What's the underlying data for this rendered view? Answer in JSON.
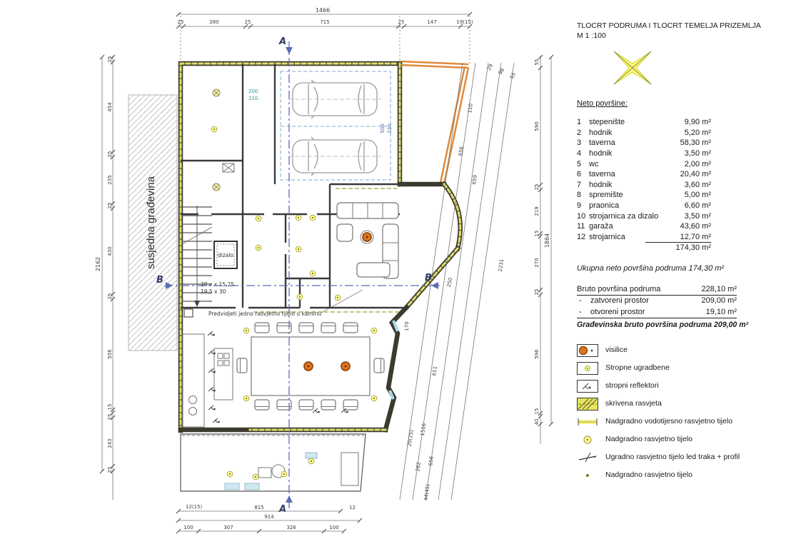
{
  "title_block": {
    "line1": "TLOCRT PODRUMA I TLOCRT TEMELJA PRIZEMLJA",
    "line2": "M 1 :100"
  },
  "neto": {
    "heading": "Neto površine:",
    "rows": [
      {
        "num": "1",
        "name": "stepenište",
        "area": "9,90 m²"
      },
      {
        "num": "2",
        "name": "hodnik",
        "area": "5,20 m²"
      },
      {
        "num": "3",
        "name": "taverna",
        "area": "58,30 m²"
      },
      {
        "num": "4",
        "name": "hodnik",
        "area": "3,50 m²"
      },
      {
        "num": "5",
        "name": "wc",
        "area": "2,00 m²"
      },
      {
        "num": "6",
        "name": "taverna",
        "area": "20,40 m²"
      },
      {
        "num": "7",
        "name": "hodnik",
        "area": "3,60 m²"
      },
      {
        "num": "8",
        "name": "spremište",
        "area": "5,00 m²"
      },
      {
        "num": "9",
        "name": "praonica",
        "area": "6,60 m²"
      },
      {
        "num": "10",
        "name": "strojarnica za dizalo",
        "area": "3,50 m²"
      },
      {
        "num": "11",
        "name": "garaža",
        "area": "43,60 m²"
      },
      {
        "num": "12",
        "name": "strojarnica",
        "area": "12,70 m²"
      }
    ],
    "total": "174,30 m²"
  },
  "summary": {
    "ukupna": "Ukupna neto površina  podruma  174,30 m²",
    "bruto_label": "Bruto površina podruma",
    "bruto_value": "228,10 m²",
    "dash": "-",
    "zatvoreni_label": "zatvoreni prostor",
    "zatvoreni_value": "209,00 m²",
    "otvoreni_label": "otvoreni prostor",
    "otvoreni_value": "19,10 m²",
    "gradjevinska": "Građevinska bruto površina podruma  209,00 m²"
  },
  "legend": {
    "items": [
      {
        "label": "visilice",
        "icon": "visilice-icon"
      },
      {
        "label": "Stropne ugradbene",
        "icon": "stropne-ugradbene-icon"
      },
      {
        "label": "stropni reflektori",
        "icon": "stropni-reflektori-icon"
      },
      {
        "label": "skrivena rasvjeta",
        "icon": "skrivena-rasvjeta-icon"
      },
      {
        "label": "Nadgradno vodotijesno rasvjetno tijelo",
        "icon": "vodotijesno-icon"
      },
      {
        "label": "Nadgradno rasvjetno tijelo",
        "icon": "nadgradno-krug-icon"
      },
      {
        "label": "Ugradno rasvjetno tijelo led traka + profil",
        "icon": "led-traka-icon"
      },
      {
        "label": "Nadgradno rasvjetno tijelo",
        "icon": "nadgradno-dot-icon"
      }
    ]
  },
  "plan": {
    "neighbor_label": "susjedna građevina",
    "dizalo_label": "dizalo",
    "stairs_line1": "20 v x 15,25",
    "stairs_line2": "19,5 x 30",
    "kamin_note": "Predvidjeti jedno rasvjetno tijelo u kaminu",
    "section_a": "A",
    "section_b": "B"
  },
  "dims": {
    "top_total": "1466",
    "top": [
      "25",
      "280",
      "25",
      "715",
      "25",
      "147",
      "19(15)"
    ],
    "left_total": "2162",
    "left": [
      "25",
      "454",
      "25",
      "235",
      "25",
      "430",
      "25",
      "556",
      "15",
      "25",
      "243",
      "25"
    ],
    "right_total": "1864",
    "right": [
      "55",
      "590",
      "25",
      "219",
      "15",
      "270",
      "25",
      "596",
      "15",
      "40"
    ],
    "slant": [
      "29",
      "98",
      "55",
      "110",
      "656",
      "659",
      "2231",
      "611",
      "1516",
      "20(25)",
      "262",
      "656",
      "44(45)"
    ],
    "bottom_row1_left": "12(15)",
    "bottom_row1_mid": "815",
    "bottom_row1_right": "12",
    "bottom_total": "914",
    "bottom": [
      "100",
      "307",
      "326",
      "100"
    ],
    "win_a": "200",
    "win_b": "210.",
    "win_c": "500",
    "win_d": "230",
    "d_250": "250",
    "d_170": "170"
  }
}
